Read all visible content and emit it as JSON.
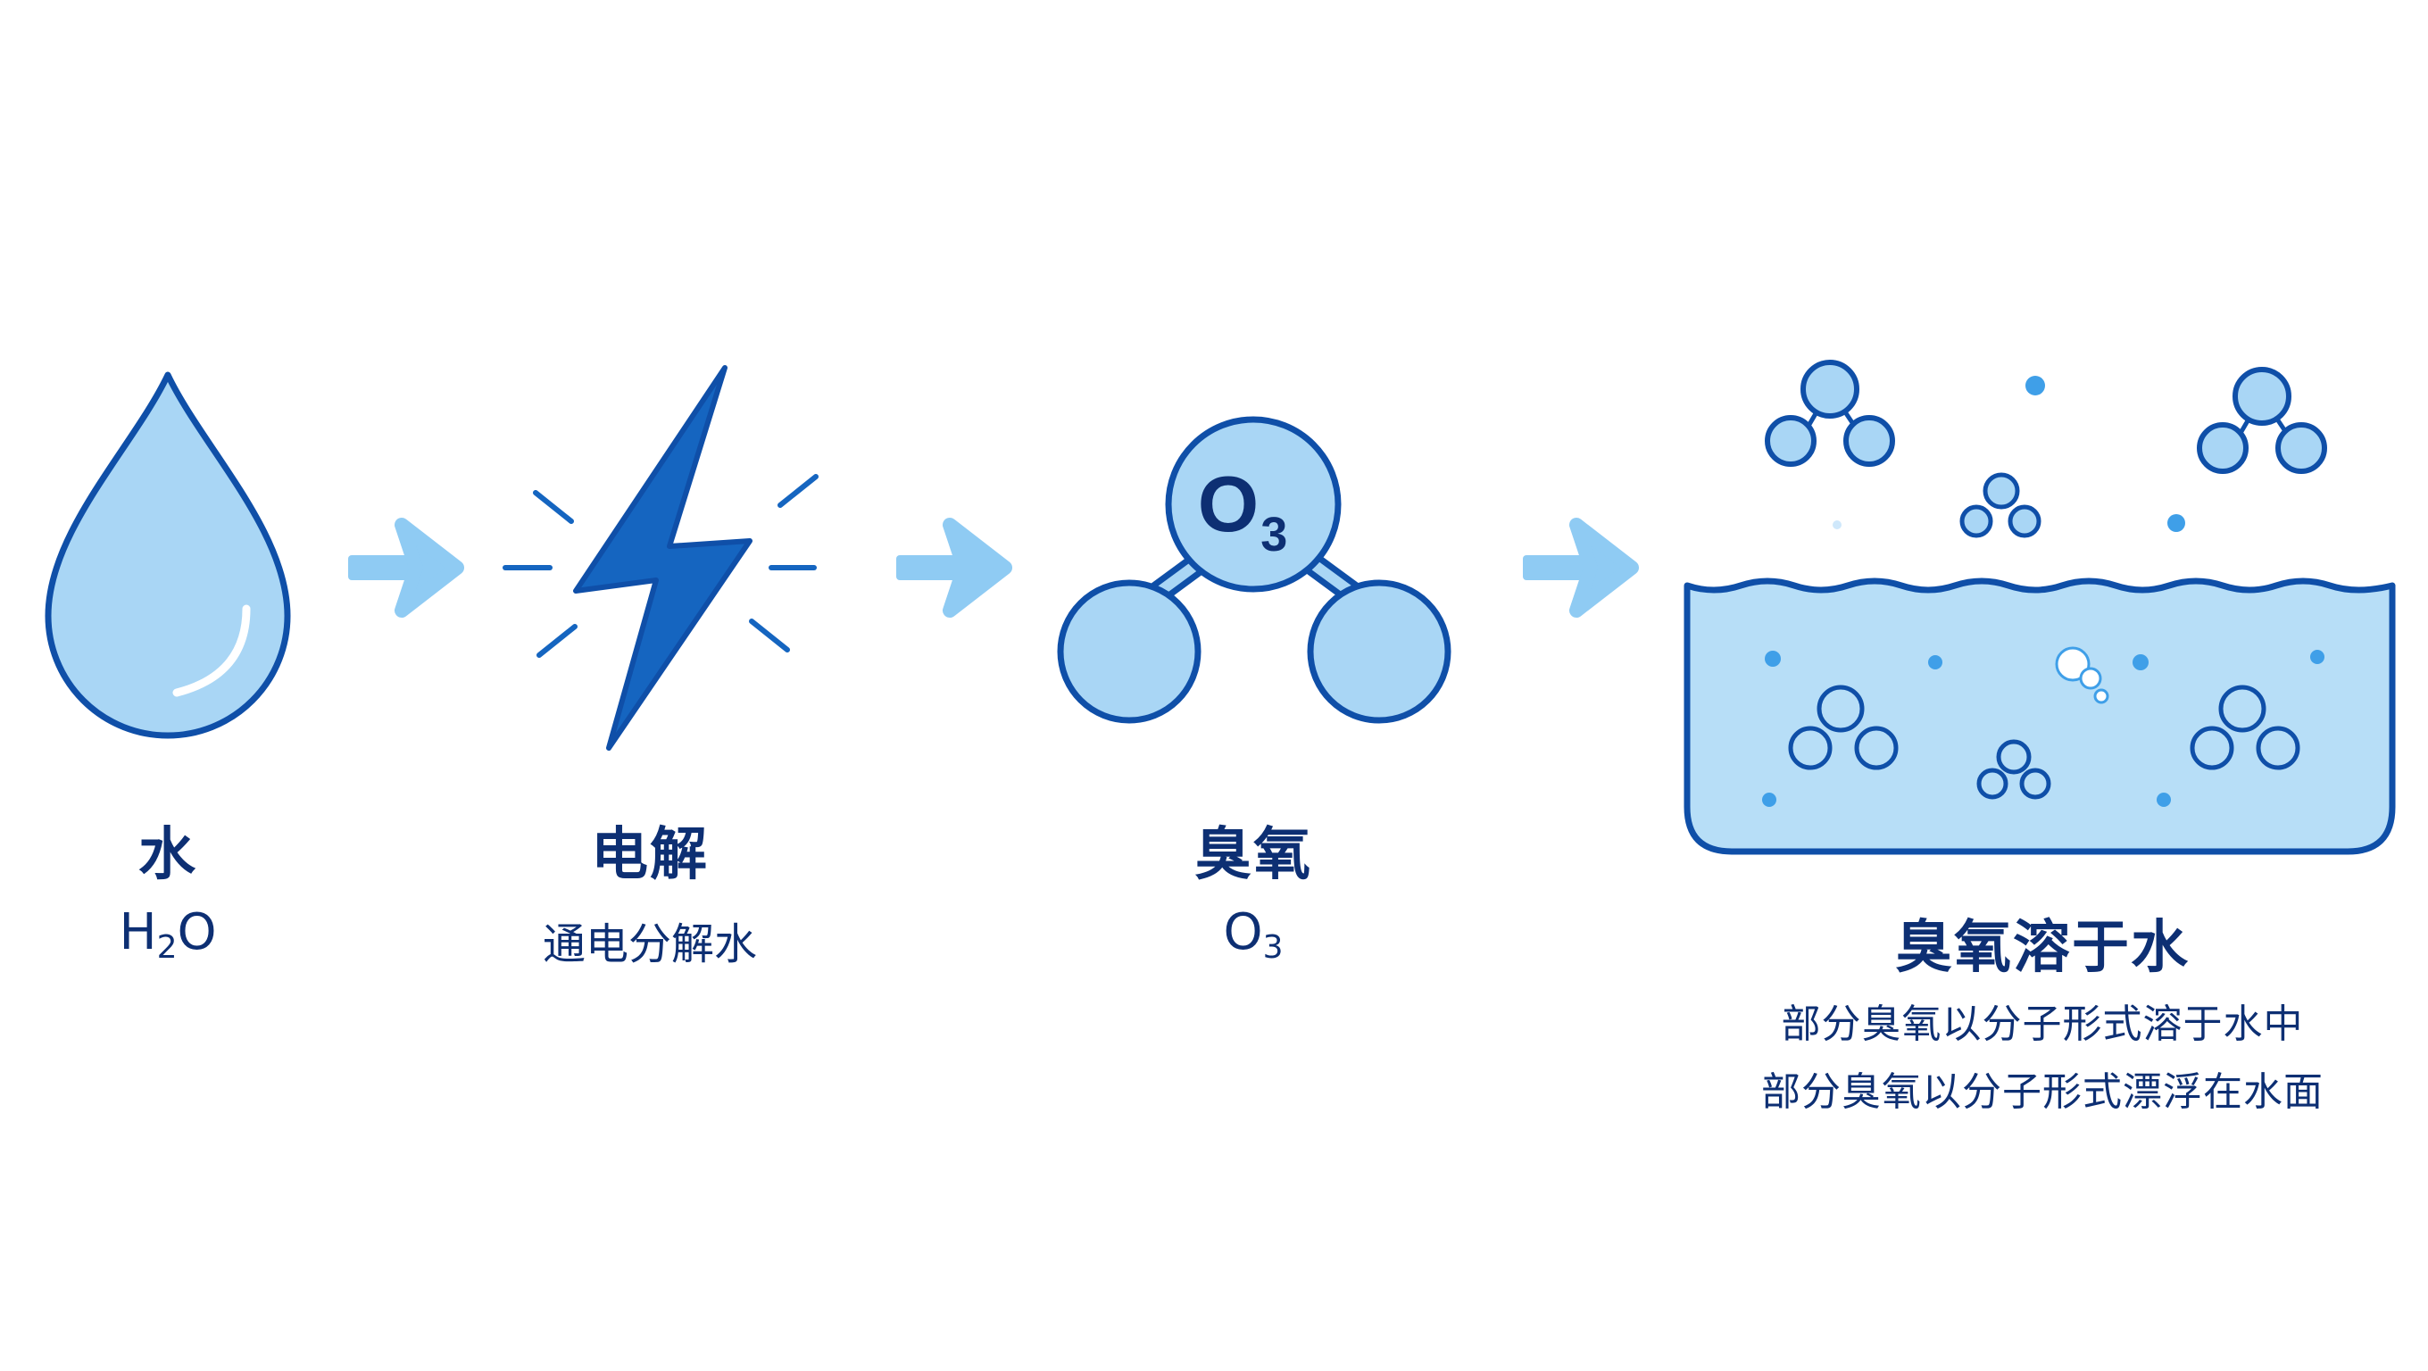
{
  "colors": {
    "outline": "#0f4fa8",
    "fill_light": "#a9d6f5",
    "fill_water": "#b7def7",
    "bolt": "#1565c0",
    "arrow": "#8fcbf3",
    "text": "#0d2f73"
  },
  "steps": [
    {
      "icon": "water-drop-icon",
      "title": "水",
      "formula_main": "H",
      "formula_sub": "2",
      "formula_tail": "O"
    },
    {
      "icon": "lightning-bolt-icon",
      "title": "电解",
      "subtitle": "通电分解水"
    },
    {
      "icon": "ozone-molecule-icon",
      "title": "臭氧",
      "formula_main": "O",
      "formula_sub": "3",
      "molecule_label_main": "O",
      "molecule_label_sub": "3"
    },
    {
      "icon": "ozone-in-water-tank-icon",
      "title": "臭氧溶于水",
      "desc_line1": "部分臭氧以分子形式溶于水中",
      "desc_line2": "部分臭氧以分子形式漂浮在水面"
    }
  ]
}
